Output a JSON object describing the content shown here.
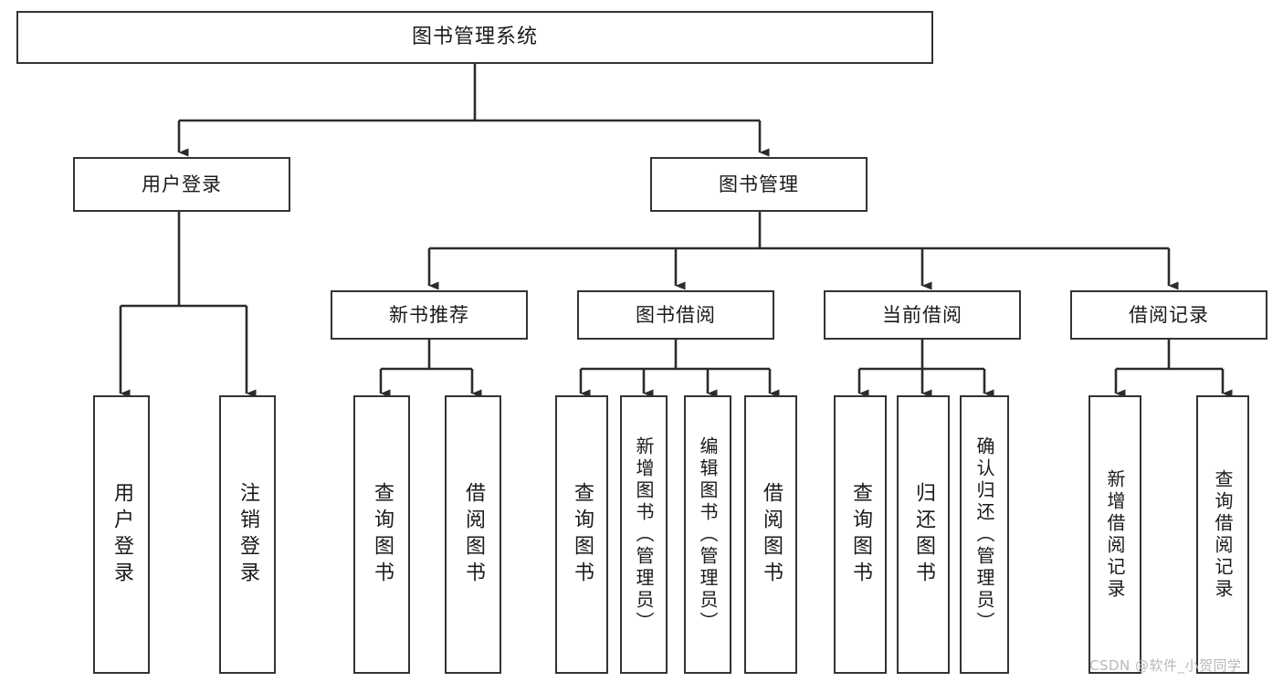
{
  "diagram": {
    "title": "图书管理系统",
    "type": "tree-hierarchy",
    "root": {
      "label": "图书管理系统"
    },
    "level1": [
      {
        "label": "用户登录"
      },
      {
        "label": "图书管理"
      }
    ],
    "level2": [
      {
        "label": "新书推荐"
      },
      {
        "label": "图书借阅"
      },
      {
        "label": "当前借阅"
      },
      {
        "label": "借阅记录"
      }
    ],
    "leaves": {
      "user_login": [
        {
          "label": "用户登录"
        },
        {
          "label": "注销登录"
        }
      ],
      "new_book_recommend": [
        {
          "label": "查询图书"
        },
        {
          "label": "借阅图书"
        }
      ],
      "book_borrow": [
        {
          "label": "查询图书"
        },
        {
          "label": "新增图书（管理员）"
        },
        {
          "label": "编辑图书（管理员）"
        },
        {
          "label": "借阅图书"
        }
      ],
      "current_borrow": [
        {
          "label": "查询图书"
        },
        {
          "label": "归还图书"
        },
        {
          "label": "确认归还（管理员）"
        }
      ],
      "borrow_record": [
        {
          "label": "新增借阅记录"
        },
        {
          "label": "查询借阅记录"
        }
      ]
    }
  },
  "watermark": {
    "text": "CSDN @软件_小贺同学"
  },
  "colors": {
    "border": "#333333",
    "background": "#ffffff",
    "text": "#1a1a1a",
    "connector": "#2b2b2b",
    "watermark": "#b8b8b8"
  }
}
